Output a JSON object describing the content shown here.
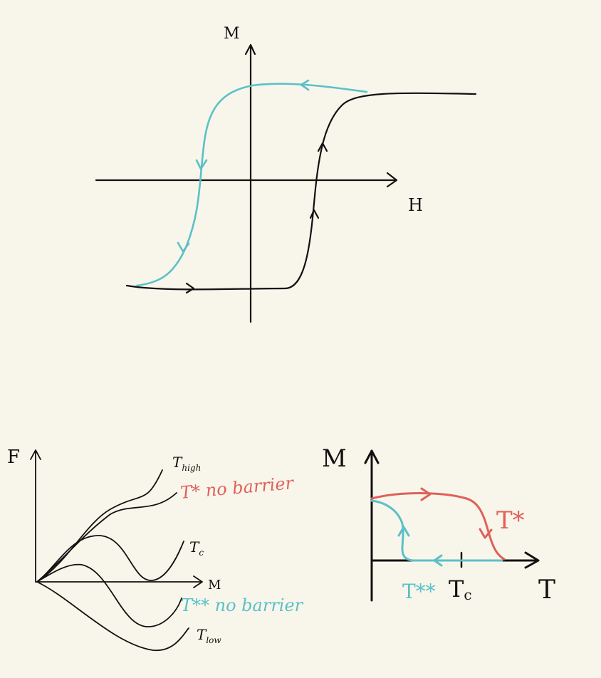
{
  "colors": {
    "ink": "#111111",
    "blue": "#5bc0c8",
    "red": "#e0605a",
    "background": "#f8f6ea"
  },
  "hysteresis": {
    "y_label": "M",
    "x_label": "H"
  },
  "free_energy": {
    "y_label": "F",
    "x_label": "M",
    "curves": {
      "t_high": "T",
      "t_high_sub": "high",
      "t_star": "T* no barrier",
      "t_c": "T",
      "t_c_sub": "c",
      "t_double_star": "T** no barrier",
      "t_low": "T",
      "t_low_sub": "low"
    }
  },
  "magnetization_vs_t": {
    "y_label": "M",
    "x_label": "T",
    "tick_label": "T",
    "tick_label_sub": "c",
    "red_label": "T*",
    "blue_label": "T**"
  }
}
